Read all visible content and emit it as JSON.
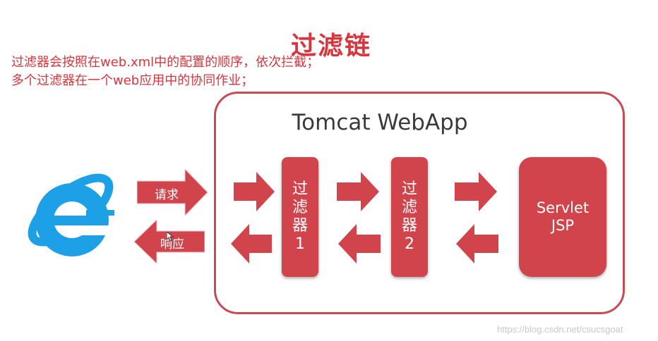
{
  "title": "过滤链",
  "description": [
    "过滤器会按照在web.xml中的配置的顺序，依次拦截；",
    "多个过滤器在一个web应用中的协同作业；"
  ],
  "container": {
    "title": "Tomcat WebApp"
  },
  "browser": {
    "icon": "internet-explorer-icon"
  },
  "arrows": {
    "request_label": "请求",
    "response_label": "响应"
  },
  "filters": [
    {
      "chars": [
        "过",
        "滤",
        "器",
        "1"
      ]
    },
    {
      "chars": [
        "过",
        "滤",
        "器",
        "2"
      ]
    }
  ],
  "servlet": {
    "line1": "Servlet",
    "line2": "JSP"
  },
  "watermark": "https://blog.csdn.net/csucsgoat",
  "colors": {
    "accent_red": "#d1444c",
    "title_red": "#d9353d",
    "border_red": "#c94a52",
    "ie_blue": "#1ea0e6"
  }
}
